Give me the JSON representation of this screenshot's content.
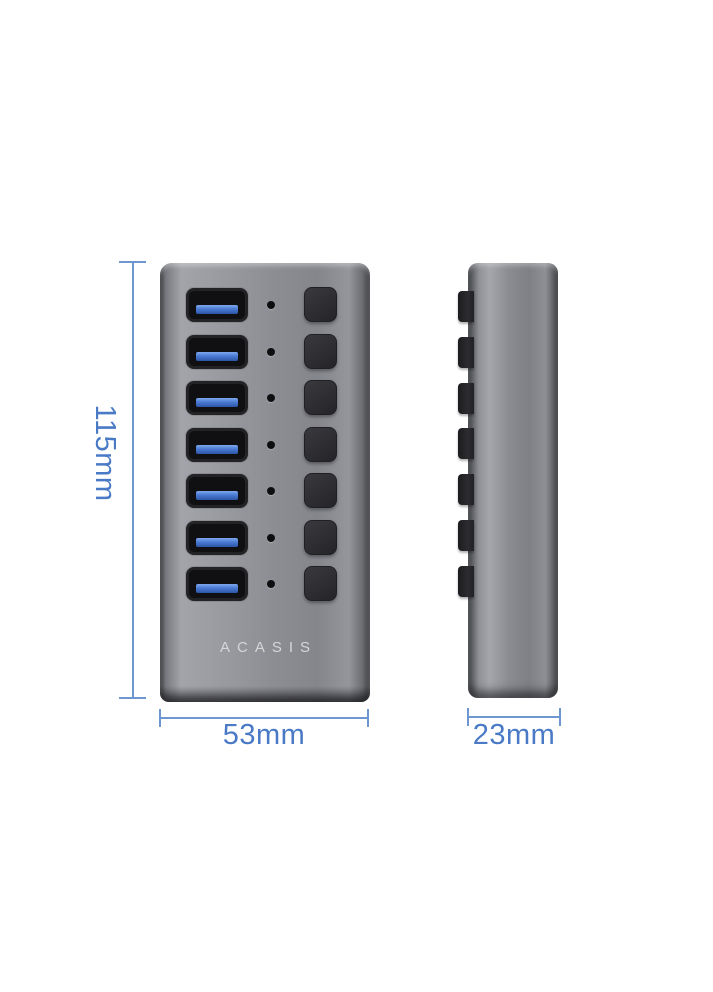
{
  "image_type": "product-dimension-diagram",
  "product": {
    "brand": "ACASIS",
    "kind": "7-port USB hub, front and side views",
    "port_count": 7,
    "row_features": [
      "usb-a-port",
      "led-indicator",
      "power-button"
    ]
  },
  "dimensions": {
    "height_label": "115mm",
    "width_label": "53mm",
    "depth_label": "23mm"
  },
  "theme": {
    "background": "#ffffff",
    "accent_blue": "#4a7ac6",
    "dimension_line_blue": "#6e96cf",
    "body_gray_light": "#a2a4aa",
    "body_gray_dark": "#46484c",
    "port_black": "#101012",
    "usb_tongue_blue": "#4b7ad4",
    "button_dark": "#2b2b2f",
    "brand_text_color": "#d6d6d8"
  }
}
